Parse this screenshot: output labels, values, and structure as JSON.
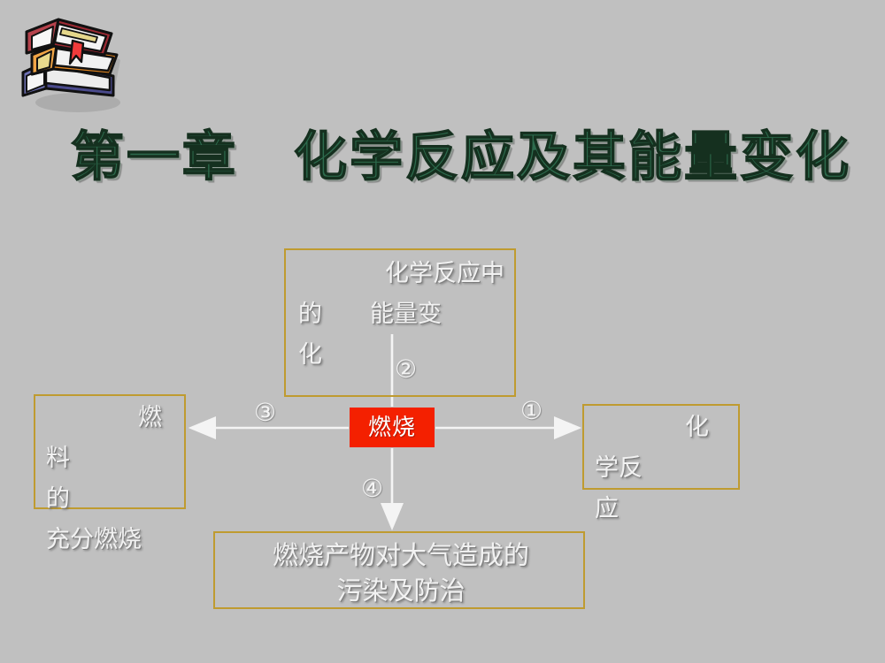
{
  "slide": {
    "background_color": "#c0c0c0",
    "title": "第一章　化学反应及其能量变化",
    "title_color": "#2d6b4d",
    "clipart": "stack-of-books-icon"
  },
  "diagram": {
    "type": "concept-map",
    "center_node": {
      "label": "燃烧",
      "text_color": "#ffffff",
      "fill_color": "#f42000"
    },
    "box_border_color": "#bf9b30",
    "box_text_color": "#f2f2f2",
    "boxes": {
      "top": "　　化学反应中的　　能量变\n化",
      "left": "　　燃料\n的\n充分燃烧",
      "right": "　　化学反\n应",
      "bottom": "燃烧产物对大气造成的\n污染及防治"
    },
    "markers": {
      "to_right": "①",
      "to_top": "②",
      "to_left": "③",
      "to_bottom": "④"
    },
    "connector_color": "#f4f4f4"
  }
}
